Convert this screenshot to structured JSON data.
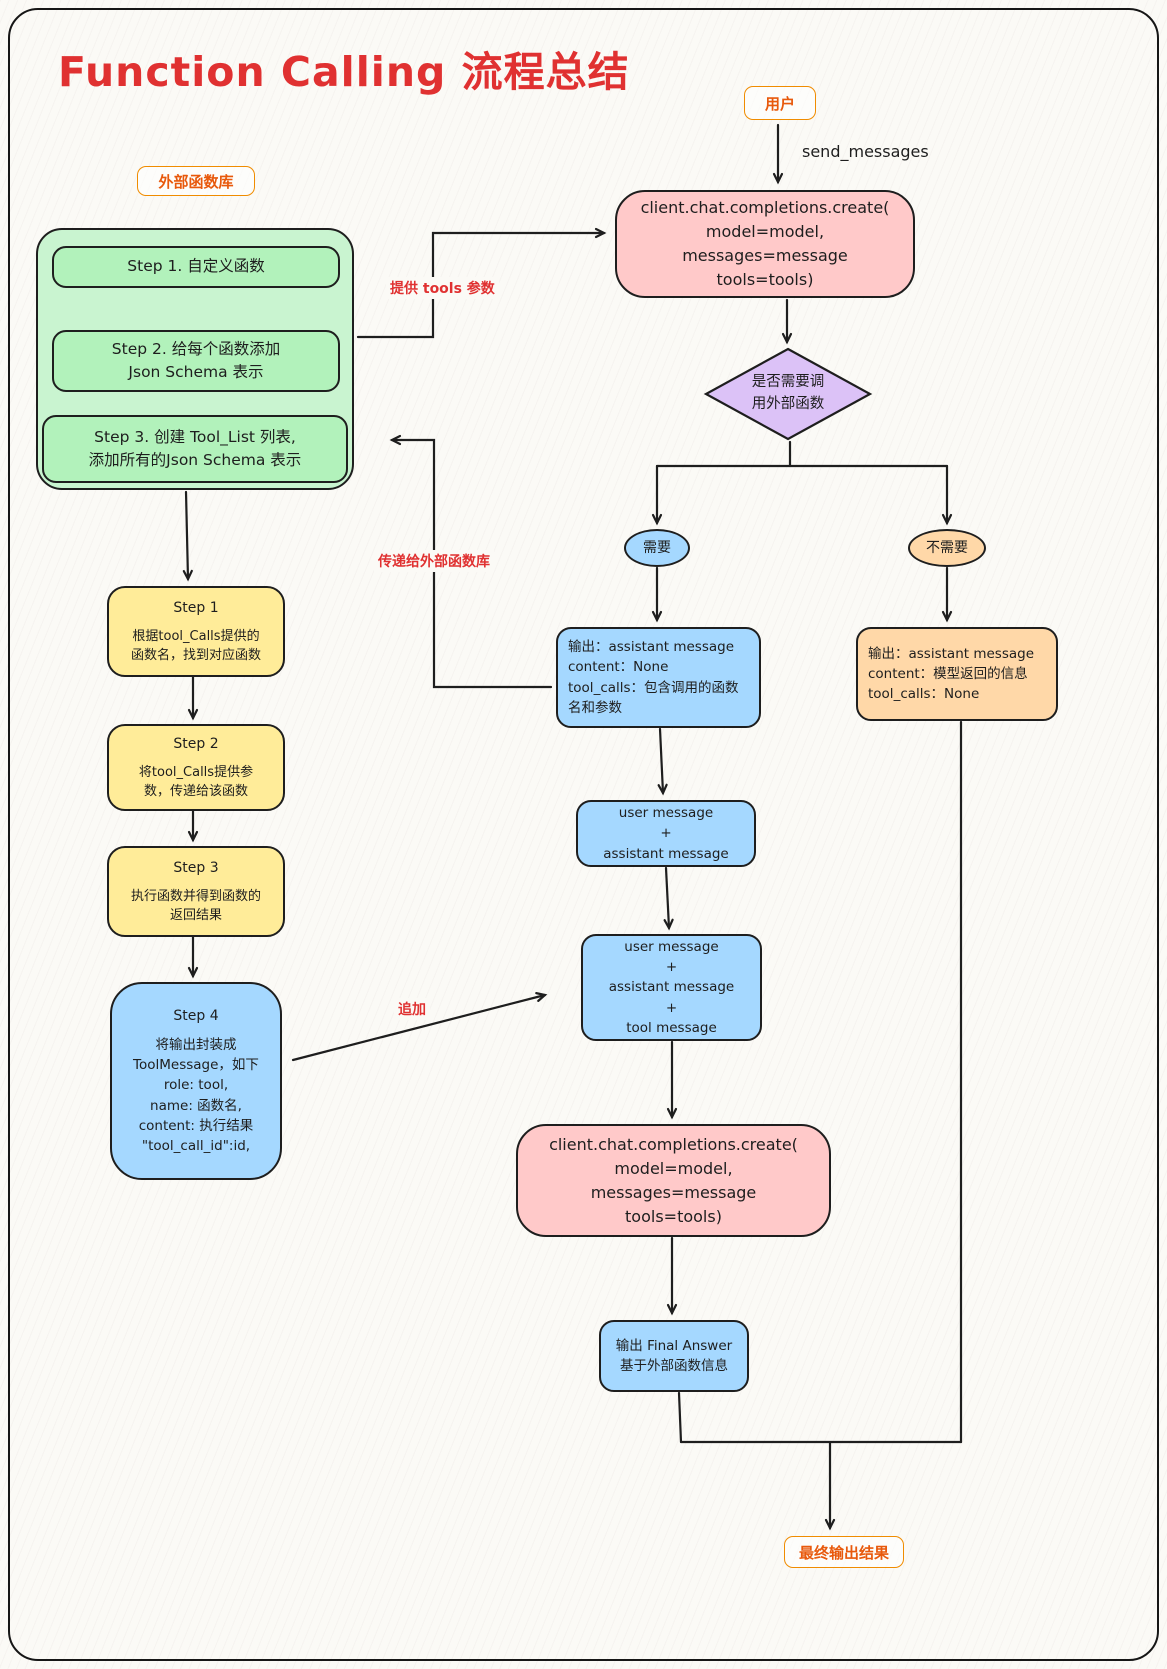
{
  "title": "Function Calling 流程总结",
  "palette": {
    "ink": "#1e1e1e",
    "title_red": "#e03131",
    "label_red": "#e03131",
    "orange_text": "#e8590c",
    "orange_border": "#f08c00",
    "green_container": "#c9f4d0",
    "green_box": "#b2f2bb",
    "pink_box": "#ffc9c9",
    "purple_diamond": "#dcc2f7",
    "blue_box": "#a5d8ff",
    "peach_box": "#ffd8a8",
    "yellow_box": "#ffec99"
  },
  "badges": {
    "user": "用户",
    "external_lib": "外部函数库",
    "final_output": "最终输出结果"
  },
  "edge_labels": {
    "send_messages": "send_messages",
    "provide_tools": "提供 tools 参数",
    "pass_to_lib": "传递给外部函数库",
    "append": "追加"
  },
  "nodes": {
    "create_call_top": "client.chat.completions.create(\nmodel=model,\nmessages=message\ntools=tools)",
    "create_call_bottom": "client.chat.completions.create(\nmodel=model,\nmessages=message\ntools=tools)",
    "green_step1": "Step 1. 自定义函数",
    "green_step2": "Step 2. 给每个函数添加\nJson Schema 表示",
    "green_step3": "Step 3. 创建 Tool_List 列表,\n添加所有的Json Schema 表示",
    "decision": "是否需要调\n用外部函数",
    "need": "需要",
    "no_need": "不需要",
    "output_with_tools": "输出：assistant message\ncontent：None\ntool_calls：包含调用的函数\n名和参数",
    "output_no_tools": "输出：assistant message\ncontent：模型返回的信息\ntool_calls：None",
    "yellow_step1_title": "Step 1",
    "yellow_step1_body": "根据tool_Calls提供的\n函数名，找到对应函数",
    "yellow_step2_title": "Step 2",
    "yellow_step2_body": "将tool_Calls提供参\n数，传递给该函数",
    "yellow_step3_title": "Step 3",
    "yellow_step3_body": "执行函数并得到函数的\n返回结果",
    "blue_step4_title": "Step 4",
    "blue_step4_body": "将输出封装成\nToolMessage，如下\nrole: tool,\nname: 函数名,\ncontent: 执行结果\n\"tool_call_id\":id,",
    "messages_two": "user message\n+\nassistant message",
    "messages_three": "user message\n+\nassistant message\n+\ntool message",
    "final_answer": "输出 Final Answer\n基于外部函数信息"
  }
}
